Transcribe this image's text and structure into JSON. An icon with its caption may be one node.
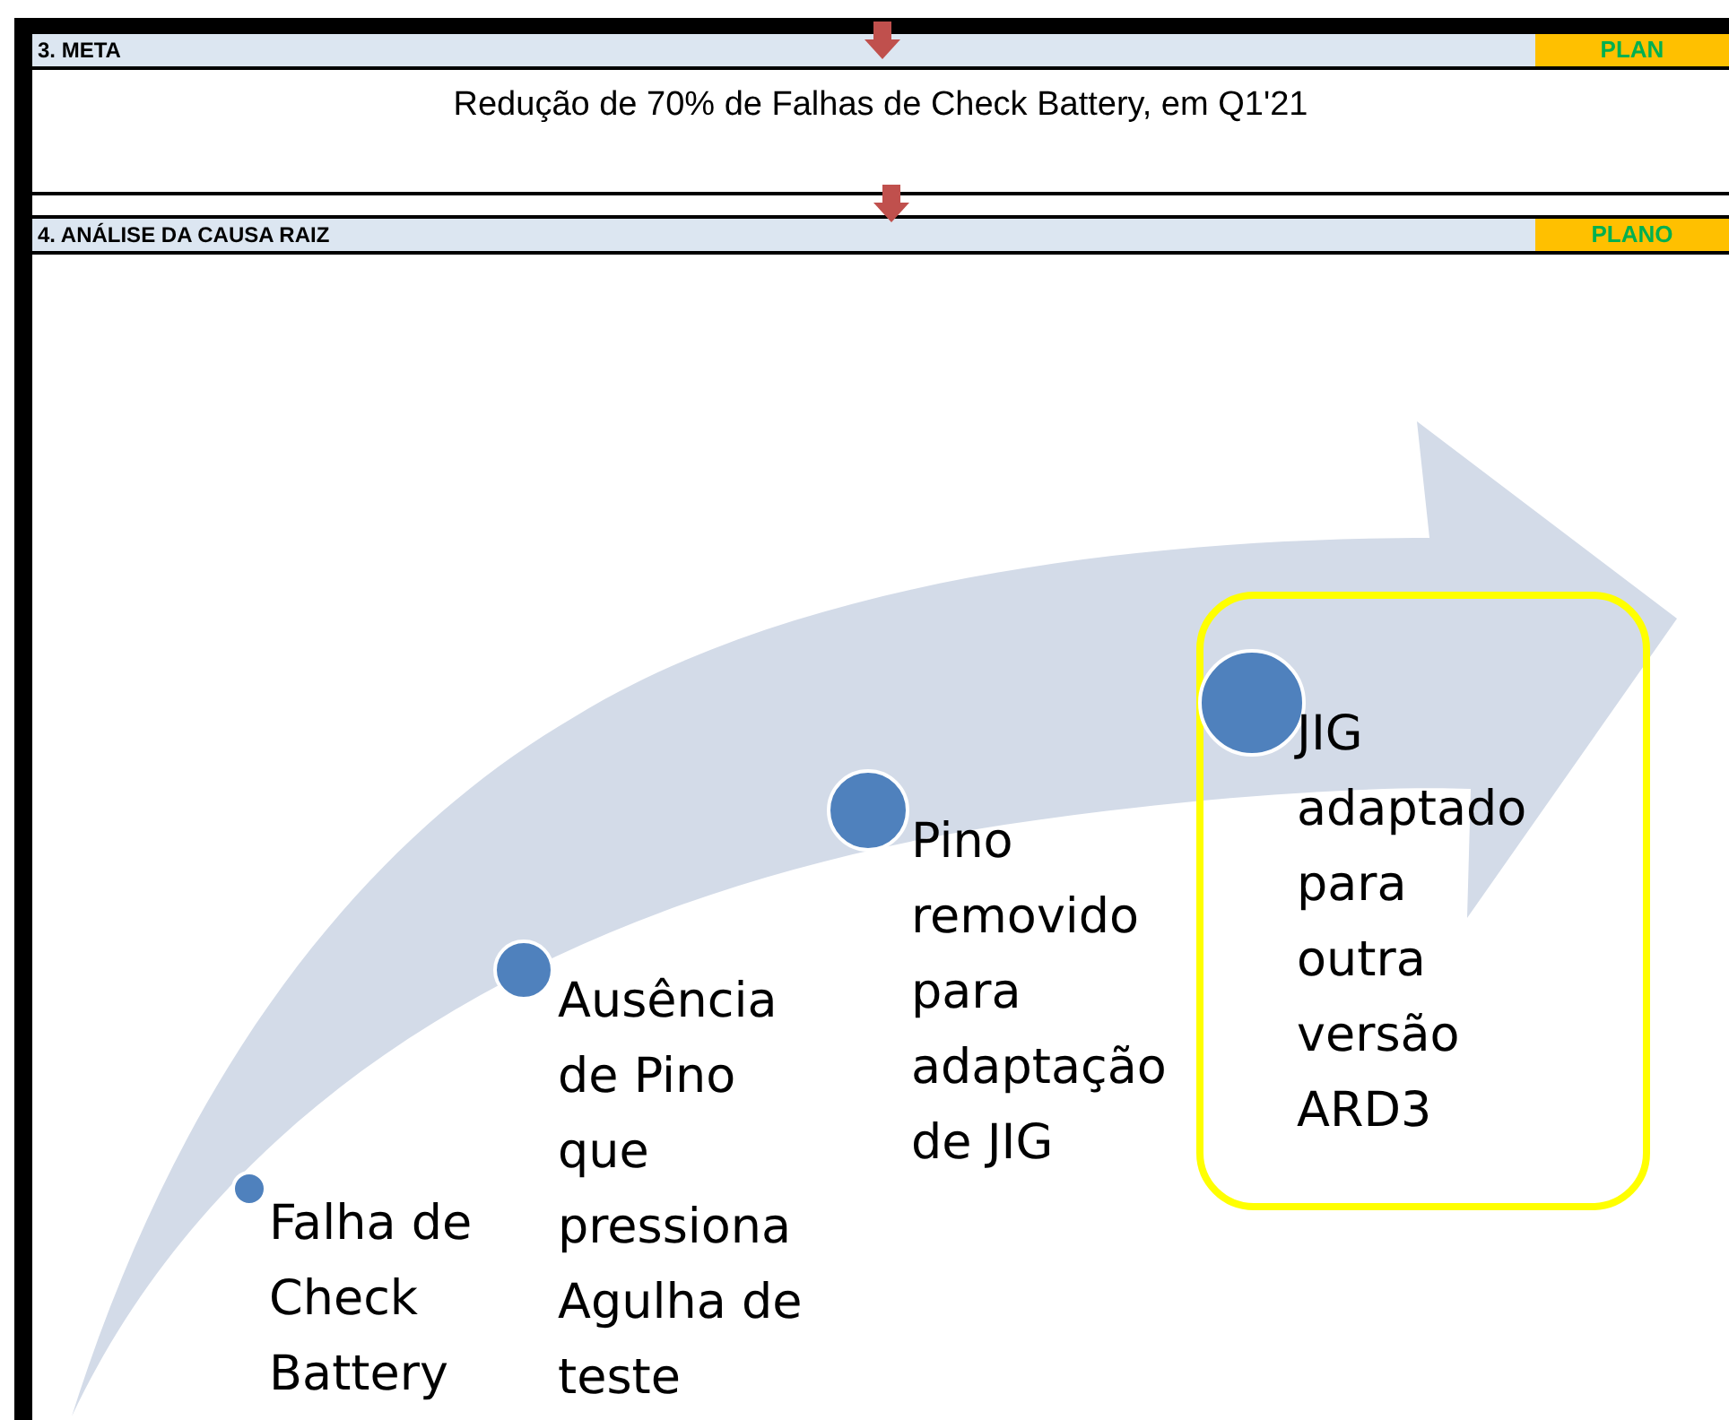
{
  "diagram": {
    "nodes": [
      {
        "text": [],
        "shape": "circle",
        "beside": [
          "Falha de Check Battery"
        ]
      },
      {
        "text": [],
        "shape": "circle",
        "beside": [
          "Ausência de Pino que pressiona Agulha de teste"
        ]
      },
      {
        "text": [],
        "shape": "circle",
        "beside": [
          "Pino removido para adaptação de JIG"
        ]
      },
      {
        "text": [],
        "shape": "box"
      },
      {
        "text": [],
        "shape": "circle",
        "in": 3,
        "beside": [
          "JIG adaptado para outra versão ARD3"
        ]
      }
    ],
    "labels": [
      "3. META",
      "PLAN",
      "Redução de 70% de Falhas de Check Battery, em Q1'21",
      "4. ANÁLISE DA CAUSA RAIZ",
      "PLANO"
    ]
  }
}
